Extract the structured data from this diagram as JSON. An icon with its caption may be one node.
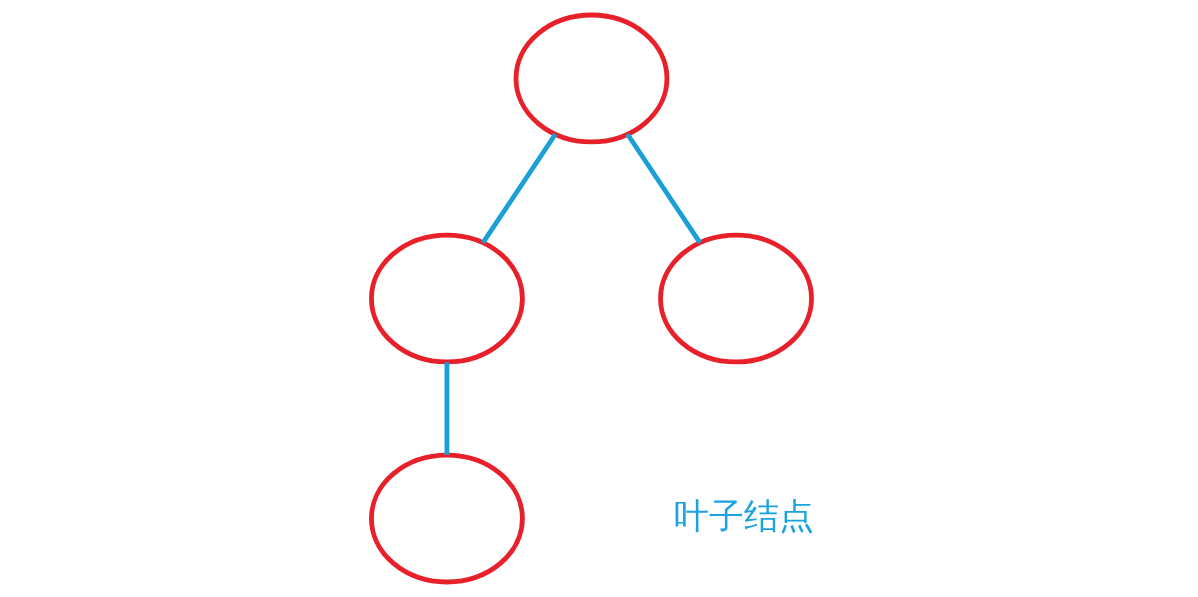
{
  "diagram": {
    "nodes": [
      {
        "text": [],
        "shape": "circle"
      },
      {
        "text": [],
        "shape": "circle"
      },
      {
        "text": [],
        "shape": "circle"
      },
      {
        "text": [],
        "shape": "circle"
      }
    ],
    "edges": [
      {
        "from": 0,
        "to": 1,
        "arrow": "none"
      },
      {
        "from": 0,
        "to": 2,
        "arrow": "none"
      },
      {
        "from": 1,
        "to": 3,
        "arrow": "none"
      }
    ],
    "labels": [
      "叶子结点"
    ]
  }
}
